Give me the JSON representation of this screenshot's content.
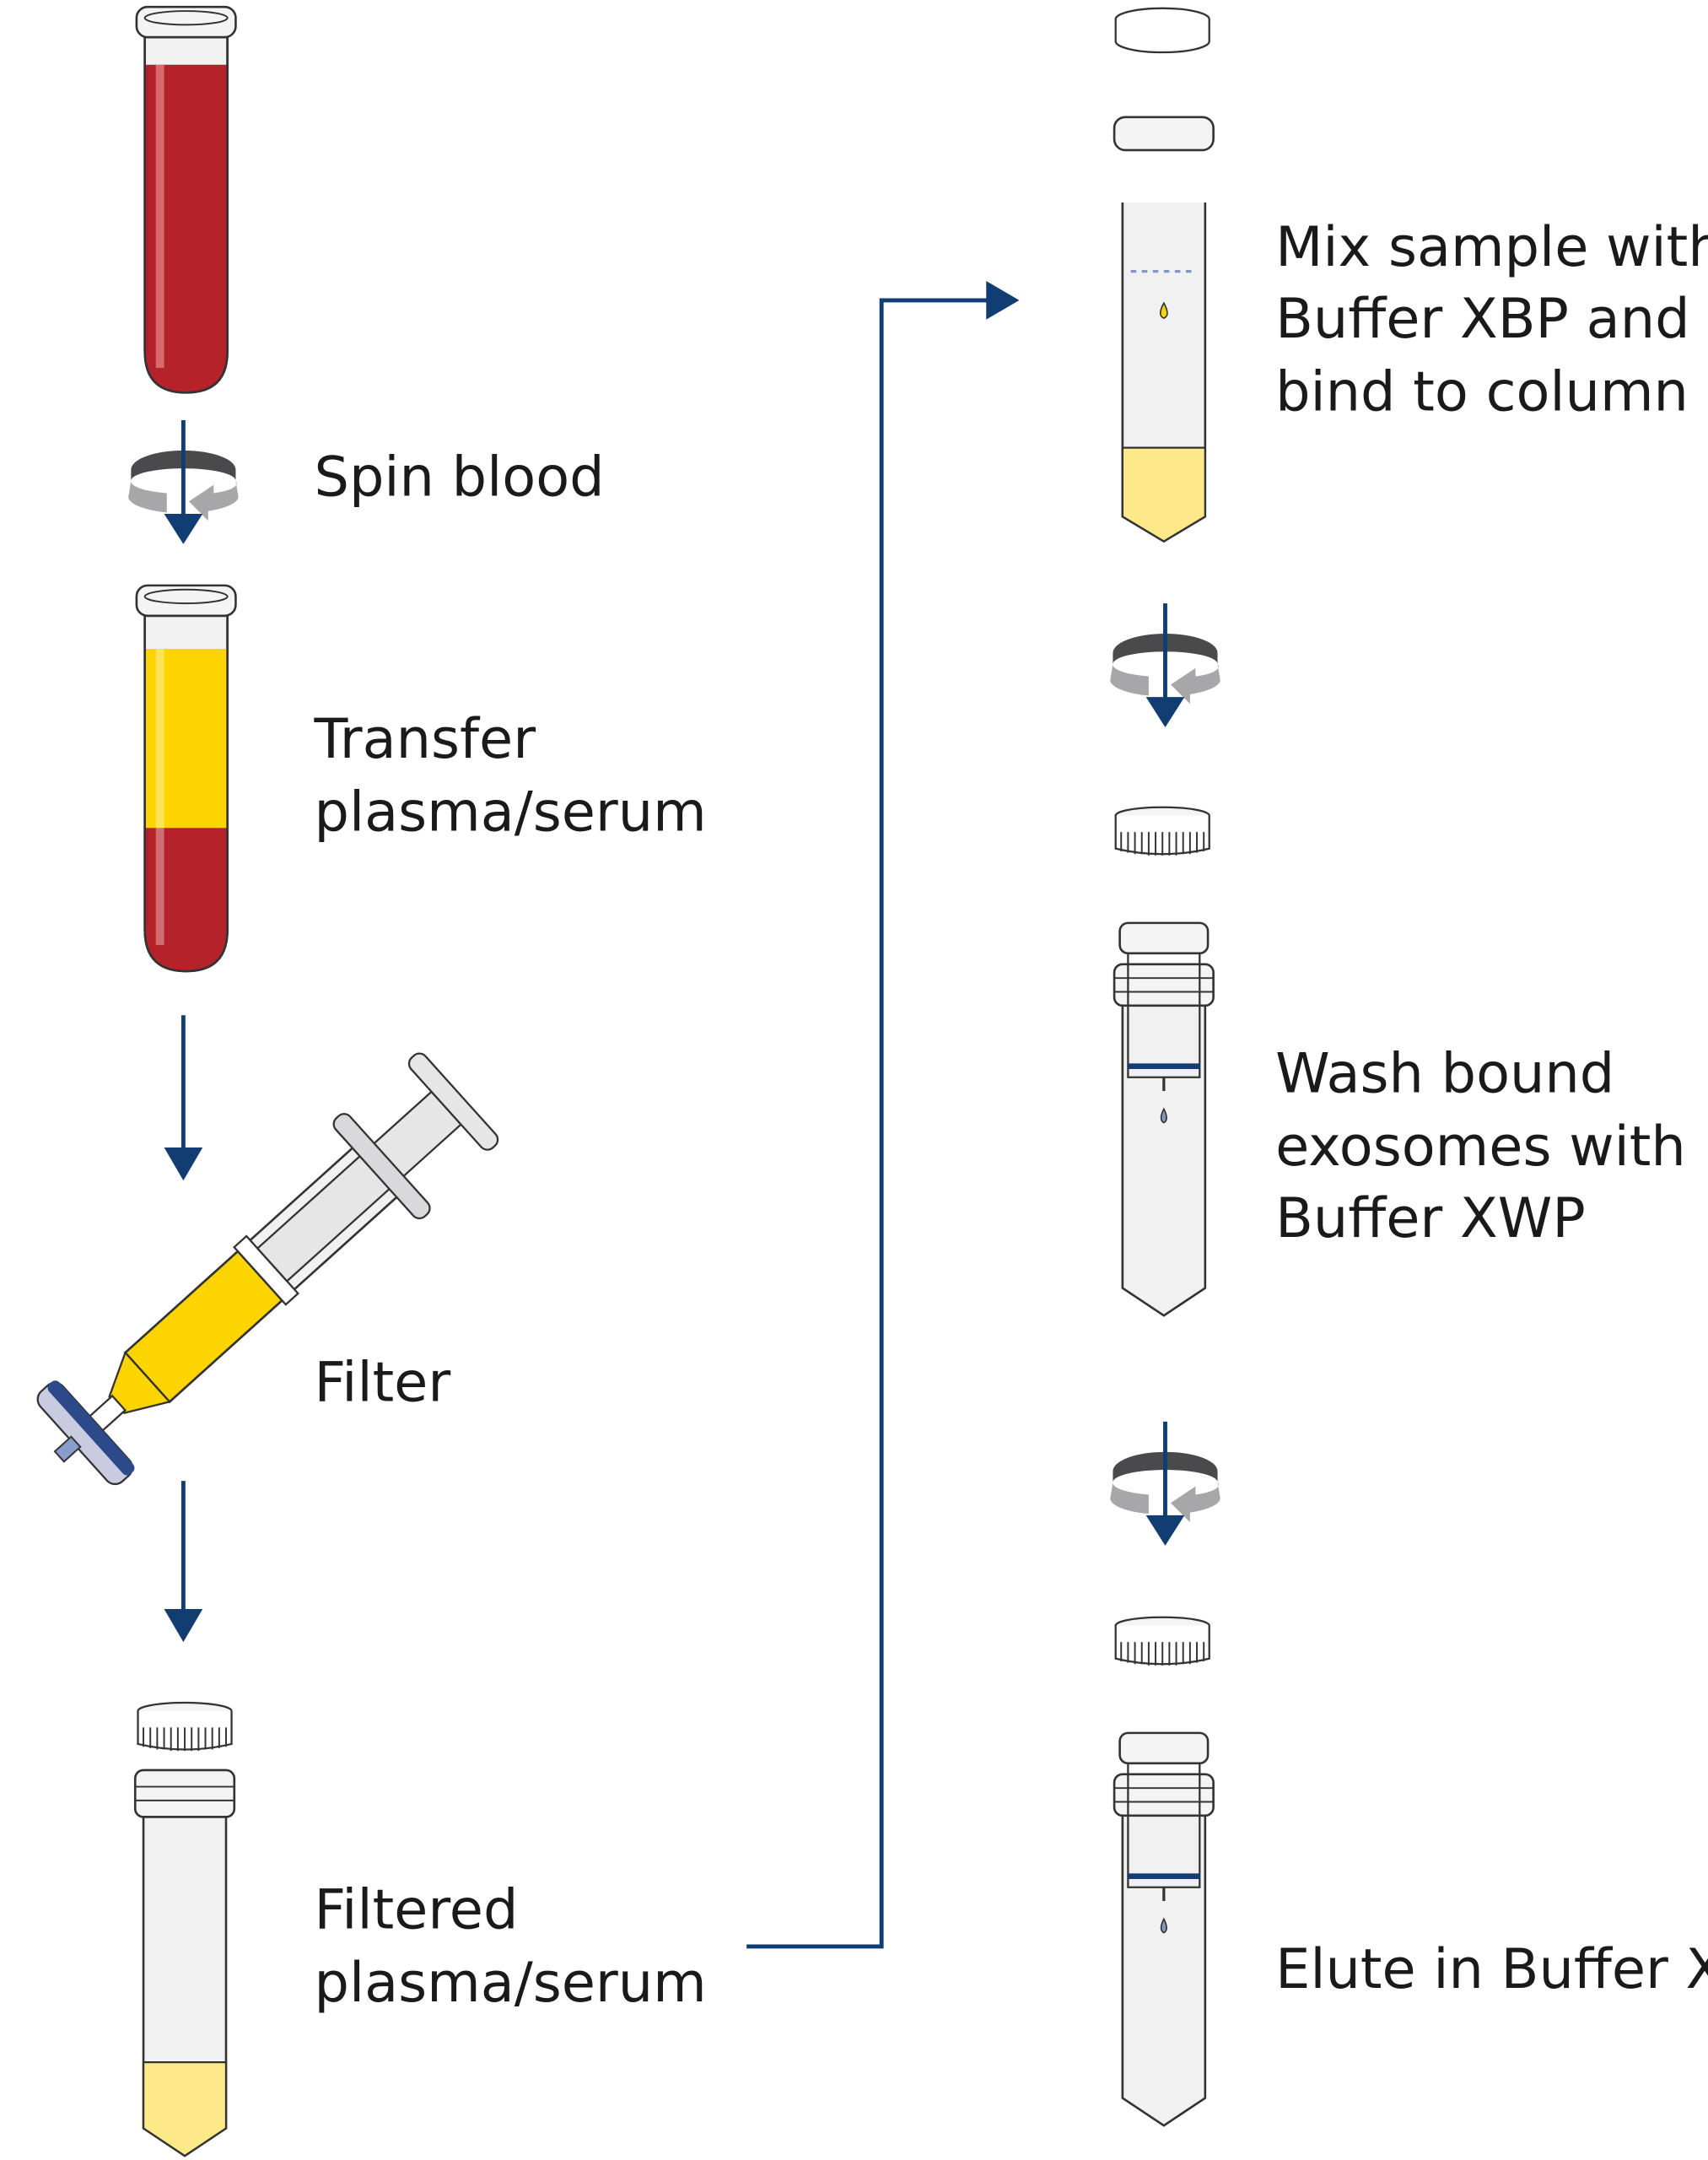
{
  "steps": {
    "spin_blood": "Spin blood",
    "transfer_line1": "Transfer",
    "transfer_line2": "plasma/serum",
    "filter": "Filter",
    "filtered_line1": "Filtered",
    "filtered_line2": "plasma/serum",
    "mix_line1": "Mix sample with",
    "mix_line2": "Buffer XBP and",
    "mix_line3": "bind to column",
    "wash_line1": "Wash bound",
    "wash_line2": "exosomes with",
    "wash_line3": "Buffer XWP",
    "elute": "Elute in Buffer XE"
  },
  "colors": {
    "arrow": "#123d73",
    "blood": "#b5222a",
    "plasma": "#fcd500",
    "sample": "#fde88a",
    "buffer_xwp": "#8595c6",
    "buffer_xe": "#b6bde2"
  },
  "icons": [
    "centrifuge-spin-icon",
    "down-arrow-icon",
    "syringe-filter-icon",
    "tube-icon",
    "spin-column-icon",
    "cap-icon"
  ]
}
